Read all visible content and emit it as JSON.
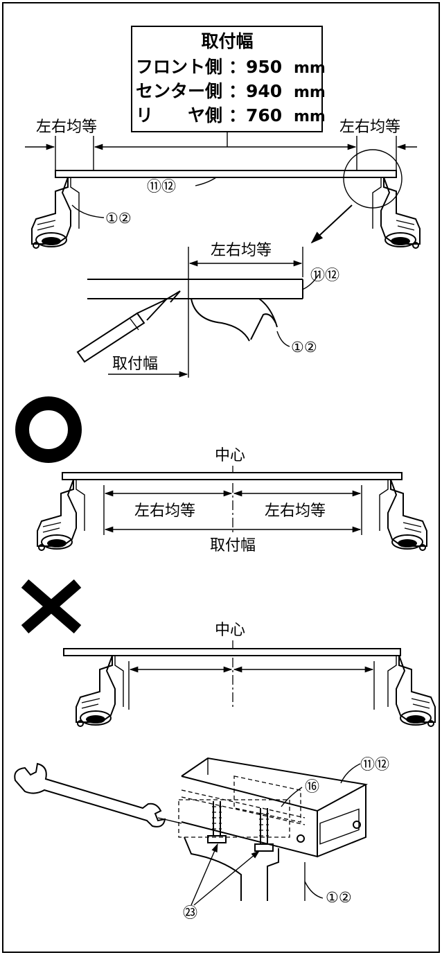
{
  "width_box": {
    "title": "取付幅",
    "rows": [
      {
        "label": "フロント側",
        "value": "：950",
        "unit": "mm"
      },
      {
        "label": "センター側",
        "value": "：940",
        "unit": "mm"
      },
      {
        "label": "リ　　ヤ側",
        "value": "：760",
        "unit": "mm"
      }
    ]
  },
  "top_diagram": {
    "left_label": "左右均等",
    "right_label": "左右均等",
    "bar_ref": "⑪⑫",
    "foot_ref": "①②"
  },
  "detail": {
    "equal_label": "左右均等",
    "bar_ref": "⑪⑫",
    "foot_ref": "①②",
    "width_label": "取付幅"
  },
  "correct": {
    "symbol": "○",
    "center_label": "中心",
    "left_label": "左右均等",
    "right_label": "左右均等",
    "width_label": "取付幅"
  },
  "wrong": {
    "symbol": "✕",
    "center_label": "中心"
  },
  "bolt_diagram": {
    "bar_ref": "⑪⑫",
    "part_ref": "⑯",
    "foot_ref": "①②",
    "bolt_ref": "㉓"
  }
}
